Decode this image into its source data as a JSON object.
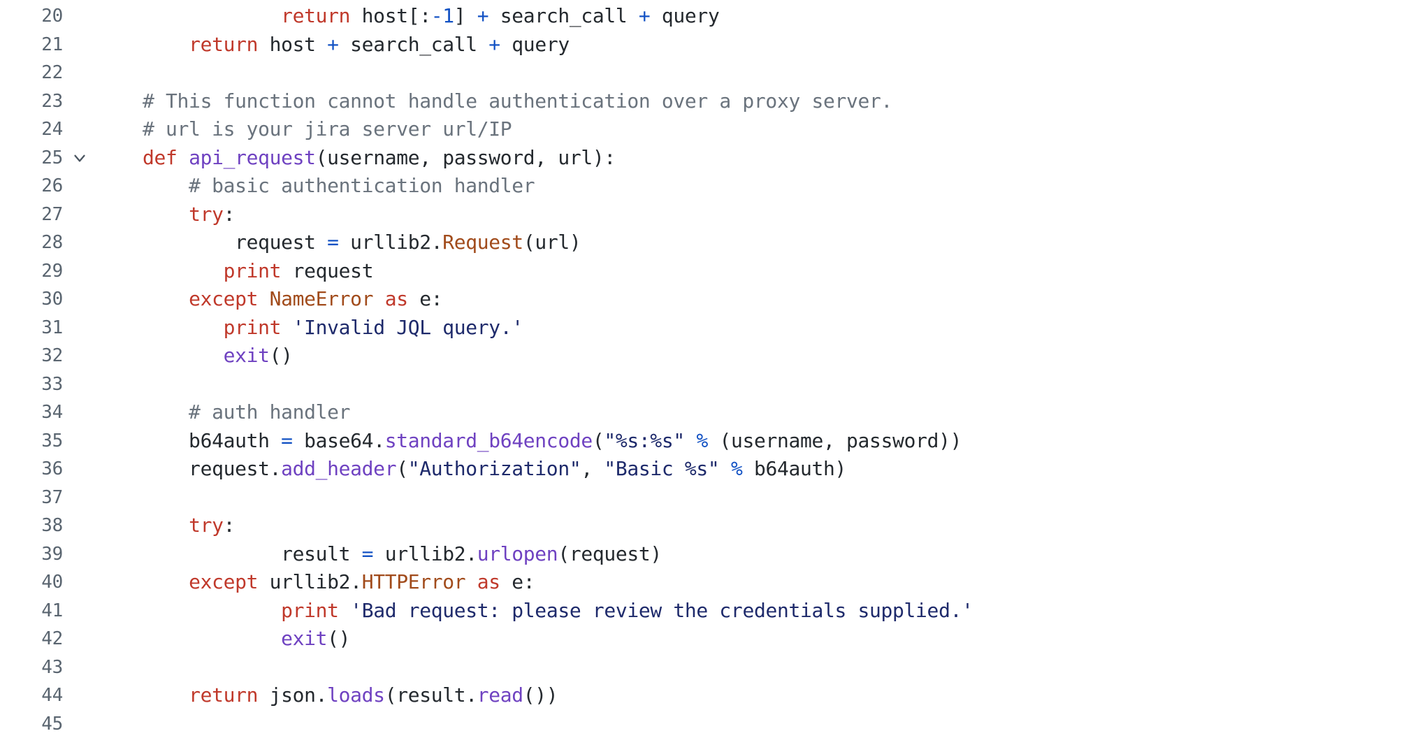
{
  "editor": {
    "language": "python",
    "background_color": "#ffffff",
    "gutter_color": "#5a6570",
    "default_text_color": "#24292e",
    "fold_icon": "chevron-down-icon",
    "syntax_colors": {
      "keyword": "#c0392b",
      "comment": "#6a737d",
      "string": "#1e2a6b",
      "number": "#1352c4",
      "operator": "#1352c4",
      "function": "#6f42c1",
      "class": "#a14b1b",
      "plain": "#24292e"
    }
  },
  "lines": [
    {
      "number": "20",
      "fold": false,
      "tokens": [
        {
          "t": "plain",
          "v": "                "
        },
        {
          "t": "keyword",
          "v": "return"
        },
        {
          "t": "plain",
          "v": " host[:"
        },
        {
          "t": "number",
          "v": "-1"
        },
        {
          "t": "plain",
          "v": "] "
        },
        {
          "t": "operator",
          "v": "+"
        },
        {
          "t": "plain",
          "v": " search_call "
        },
        {
          "t": "operator",
          "v": "+"
        },
        {
          "t": "plain",
          "v": " query"
        }
      ]
    },
    {
      "number": "21",
      "fold": false,
      "tokens": [
        {
          "t": "plain",
          "v": "        "
        },
        {
          "t": "keyword",
          "v": "return"
        },
        {
          "t": "plain",
          "v": " host "
        },
        {
          "t": "operator",
          "v": "+"
        },
        {
          "t": "plain",
          "v": " search_call "
        },
        {
          "t": "operator",
          "v": "+"
        },
        {
          "t": "plain",
          "v": " query"
        }
      ]
    },
    {
      "number": "22",
      "fold": false,
      "tokens": []
    },
    {
      "number": "23",
      "fold": false,
      "tokens": [
        {
          "t": "comment",
          "v": "    # This function cannot handle authentication over a proxy server."
        }
      ]
    },
    {
      "number": "24",
      "fold": false,
      "tokens": [
        {
          "t": "comment",
          "v": "    # url is your jira server url/IP"
        }
      ]
    },
    {
      "number": "25",
      "fold": true,
      "tokens": [
        {
          "t": "plain",
          "v": "    "
        },
        {
          "t": "keyword",
          "v": "def"
        },
        {
          "t": "plain",
          "v": " "
        },
        {
          "t": "func",
          "v": "api_request"
        },
        {
          "t": "plain",
          "v": "(username, password, url):"
        }
      ]
    },
    {
      "number": "26",
      "fold": false,
      "tokens": [
        {
          "t": "comment",
          "v": "        # basic authentication handler"
        }
      ]
    },
    {
      "number": "27",
      "fold": false,
      "tokens": [
        {
          "t": "plain",
          "v": "        "
        },
        {
          "t": "keyword",
          "v": "try"
        },
        {
          "t": "plain",
          "v": ":"
        }
      ]
    },
    {
      "number": "28",
      "fold": false,
      "tokens": [
        {
          "t": "plain",
          "v": "            request "
        },
        {
          "t": "operator",
          "v": "="
        },
        {
          "t": "plain",
          "v": " urllib2."
        },
        {
          "t": "class",
          "v": "Request"
        },
        {
          "t": "plain",
          "v": "(url)"
        }
      ]
    },
    {
      "number": "29",
      "fold": false,
      "tokens": [
        {
          "t": "plain",
          "v": "           "
        },
        {
          "t": "keyword",
          "v": "print"
        },
        {
          "t": "plain",
          "v": " request"
        }
      ]
    },
    {
      "number": "30",
      "fold": false,
      "tokens": [
        {
          "t": "plain",
          "v": "        "
        },
        {
          "t": "keyword",
          "v": "except"
        },
        {
          "t": "plain",
          "v": " "
        },
        {
          "t": "class",
          "v": "NameError"
        },
        {
          "t": "plain",
          "v": " "
        },
        {
          "t": "keyword",
          "v": "as"
        },
        {
          "t": "plain",
          "v": " e:"
        }
      ]
    },
    {
      "number": "31",
      "fold": false,
      "tokens": [
        {
          "t": "plain",
          "v": "           "
        },
        {
          "t": "keyword",
          "v": "print"
        },
        {
          "t": "plain",
          "v": " "
        },
        {
          "t": "string",
          "v": "'Invalid JQL query.'"
        }
      ]
    },
    {
      "number": "32",
      "fold": false,
      "tokens": [
        {
          "t": "plain",
          "v": "           "
        },
        {
          "t": "builtin",
          "v": "exit"
        },
        {
          "t": "plain",
          "v": "()"
        }
      ]
    },
    {
      "number": "33",
      "fold": false,
      "tokens": []
    },
    {
      "number": "34",
      "fold": false,
      "tokens": [
        {
          "t": "comment",
          "v": "        # auth handler"
        }
      ]
    },
    {
      "number": "35",
      "fold": false,
      "tokens": [
        {
          "t": "plain",
          "v": "        b64auth "
        },
        {
          "t": "operator",
          "v": "="
        },
        {
          "t": "plain",
          "v": " base64."
        },
        {
          "t": "func",
          "v": "standard_b64encode"
        },
        {
          "t": "plain",
          "v": "("
        },
        {
          "t": "string",
          "v": "\"%s:%s\""
        },
        {
          "t": "plain",
          "v": " "
        },
        {
          "t": "operator",
          "v": "%"
        },
        {
          "t": "plain",
          "v": " (username, password))"
        }
      ]
    },
    {
      "number": "36",
      "fold": false,
      "tokens": [
        {
          "t": "plain",
          "v": "        request."
        },
        {
          "t": "func",
          "v": "add_header"
        },
        {
          "t": "plain",
          "v": "("
        },
        {
          "t": "string",
          "v": "\"Authorization\""
        },
        {
          "t": "plain",
          "v": ", "
        },
        {
          "t": "string",
          "v": "\"Basic %s\""
        },
        {
          "t": "plain",
          "v": " "
        },
        {
          "t": "operator",
          "v": "%"
        },
        {
          "t": "plain",
          "v": " b64auth)"
        }
      ]
    },
    {
      "number": "37",
      "fold": false,
      "tokens": []
    },
    {
      "number": "38",
      "fold": false,
      "tokens": [
        {
          "t": "plain",
          "v": "        "
        },
        {
          "t": "keyword",
          "v": "try"
        },
        {
          "t": "plain",
          "v": ":"
        }
      ]
    },
    {
      "number": "39",
      "fold": false,
      "tokens": [
        {
          "t": "plain",
          "v": "                result "
        },
        {
          "t": "operator",
          "v": "="
        },
        {
          "t": "plain",
          "v": " urllib2."
        },
        {
          "t": "func",
          "v": "urlopen"
        },
        {
          "t": "plain",
          "v": "(request)"
        }
      ]
    },
    {
      "number": "40",
      "fold": false,
      "tokens": [
        {
          "t": "plain",
          "v": "        "
        },
        {
          "t": "keyword",
          "v": "except"
        },
        {
          "t": "plain",
          "v": " urllib2."
        },
        {
          "t": "class",
          "v": "HTTPError"
        },
        {
          "t": "plain",
          "v": " "
        },
        {
          "t": "keyword",
          "v": "as"
        },
        {
          "t": "plain",
          "v": " e:"
        }
      ]
    },
    {
      "number": "41",
      "fold": false,
      "tokens": [
        {
          "t": "plain",
          "v": "                "
        },
        {
          "t": "keyword",
          "v": "print"
        },
        {
          "t": "plain",
          "v": " "
        },
        {
          "t": "string",
          "v": "'Bad request: please review the credentials supplied.'"
        }
      ]
    },
    {
      "number": "42",
      "fold": false,
      "tokens": [
        {
          "t": "plain",
          "v": "                "
        },
        {
          "t": "builtin",
          "v": "exit"
        },
        {
          "t": "plain",
          "v": "()"
        }
      ]
    },
    {
      "number": "43",
      "fold": false,
      "tokens": []
    },
    {
      "number": "44",
      "fold": false,
      "tokens": [
        {
          "t": "plain",
          "v": "        "
        },
        {
          "t": "keyword",
          "v": "return"
        },
        {
          "t": "plain",
          "v": " json."
        },
        {
          "t": "func",
          "v": "loads"
        },
        {
          "t": "plain",
          "v": "(result."
        },
        {
          "t": "func",
          "v": "read"
        },
        {
          "t": "plain",
          "v": "())"
        }
      ]
    },
    {
      "number": "45",
      "fold": false,
      "tokens": []
    }
  ]
}
